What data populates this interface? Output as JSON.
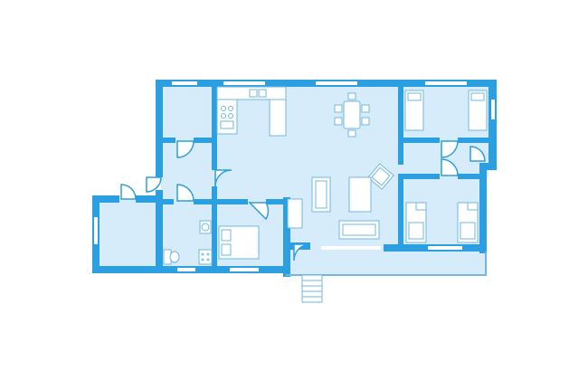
{
  "floorplan": {
    "colors": {
      "wall": "#2b9fe0",
      "floor": "#d6ecfa",
      "window": "#ffffff",
      "furniture_stroke": "#6fb8e6",
      "furniture_fill": "#ffffff",
      "background": "#ffffff"
    },
    "rooms": [
      {
        "name": "storage-room"
      },
      {
        "name": "entry-hall"
      },
      {
        "name": "corridor"
      },
      {
        "name": "living-dining-kitchen"
      },
      {
        "name": "bedroom-1"
      },
      {
        "name": "bedroom-2"
      },
      {
        "name": "bedroom-3"
      },
      {
        "name": "bathroom"
      },
      {
        "name": "utility-room"
      },
      {
        "name": "terrace"
      }
    ],
    "furniture": [
      "kitchen-sink-icon",
      "stove-icon",
      "dining-table-icon",
      "armchair-icon",
      "sofa-icon",
      "coffee-table-icon",
      "single-bed-icon",
      "bunk-bed-icon",
      "double-bed-icon",
      "toilet-icon",
      "washbasin-icon",
      "shower-icon",
      "steps-icon"
    ]
  }
}
